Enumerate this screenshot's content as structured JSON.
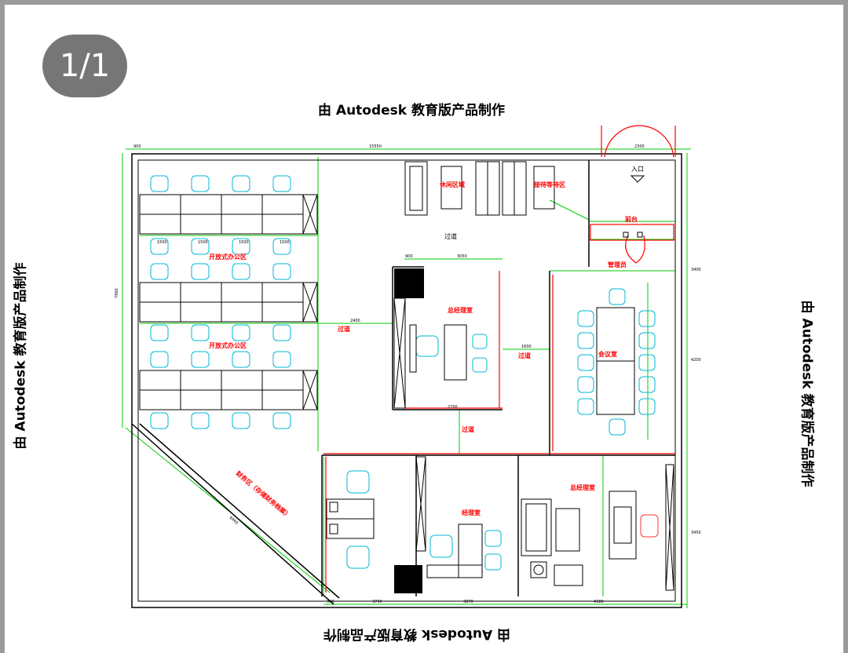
{
  "page_indicator": "1/1",
  "watermark": "由 Autodesk 教育版产品制作",
  "rooms": {
    "entrance": "入口",
    "front_desk": "前台",
    "lounge": "休闲区域",
    "reception": "接待等待区",
    "corridor_top": "过道",
    "open_office_1": "开放式办公区",
    "open_office_2": "开放式办公区",
    "corridor_left": "过道",
    "gm_office": "总经理室",
    "corridor_mid": "过道",
    "meeting_room": "会议室",
    "corridor_low": "过道",
    "finance": "财务区（存储财务档案）",
    "manager_office": "经理室",
    "ceo_office": "总经理室",
    "manager_label": "管理员"
  },
  "dims": {
    "top_total": "15550",
    "top_left": "900",
    "top_right": "2300",
    "open_w1": "1500",
    "open_w2": "1500",
    "open_w3": "1500",
    "open_w4": "1500",
    "left_h": "7960",
    "corr_w": "2400",
    "gm_w": "3050",
    "gm_w2": "900",
    "mid_w": "1600",
    "right_h1": "3400",
    "right_h2": "4200",
    "right_h3": "3450",
    "diag": "6960",
    "bot_1": "3700",
    "bot_2": "3870",
    "bot_3": "4380",
    "bot_l": "900",
    "gm_bot": "2700"
  }
}
